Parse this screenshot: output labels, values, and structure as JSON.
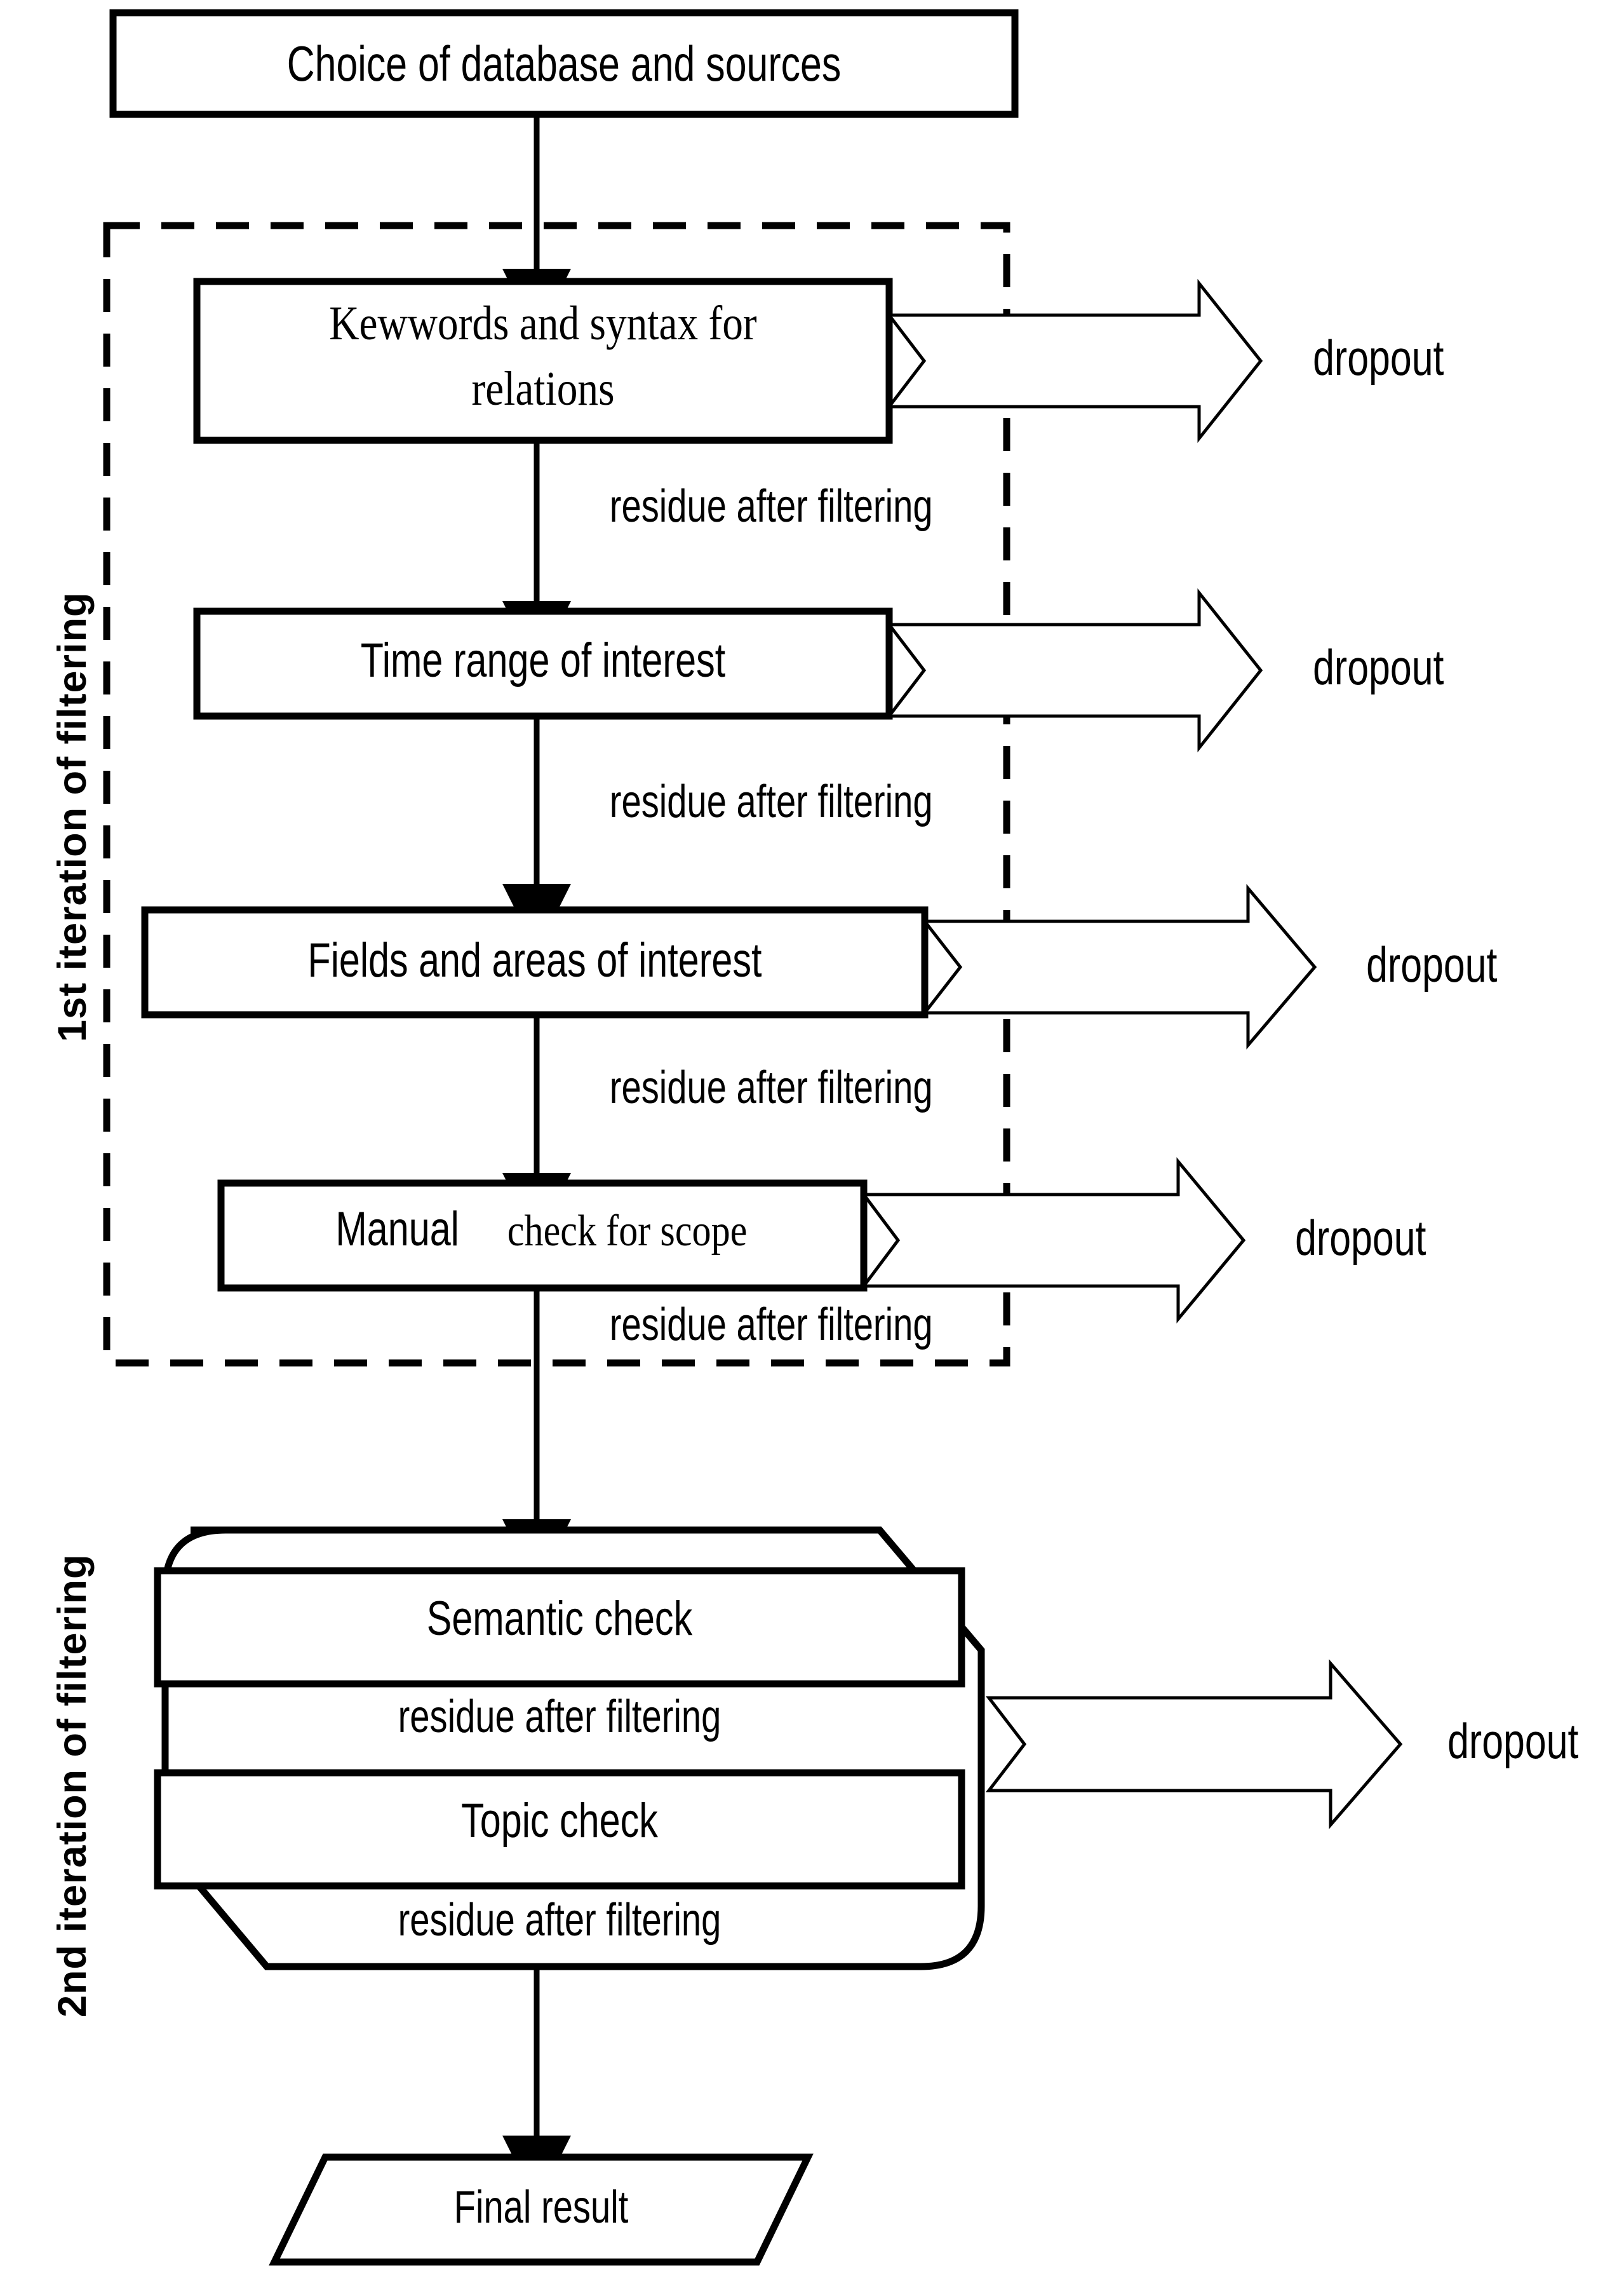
{
  "diagram": {
    "title": "Literature filtering workflow flowchart",
    "colors": {
      "stroke": "#000000",
      "fill": "#ffffff",
      "text": "#000000"
    },
    "group_labels": {
      "first_iteration": "1st iteration of filtering",
      "second_iteration": "2nd iteration of filtering"
    },
    "nodes": {
      "start": "Choice of database and sources",
      "keywords_line1": "Kewwords and syntax for",
      "keywords_line2": "relations",
      "time_range": "Time range of interest",
      "fields_areas": "Fields and areas of interest",
      "manual_strong": "Manual",
      "manual_rest": "check for scope",
      "semantic_check": "Semantic check",
      "topic_check": "Topic check",
      "final_result": "Final result"
    },
    "edge_labels": {
      "residue_1": "residue after filtering",
      "residue_2": "residue after filtering",
      "residue_3": "residue after filtering",
      "residue_4": "residue after filtering",
      "residue_5": "residue after filtering",
      "residue_6": "residue after filtering"
    },
    "dropouts": {
      "dropout_1": "dropout",
      "dropout_2": "dropout",
      "dropout_3": "dropout",
      "dropout_4": "dropout",
      "dropout_5": "dropout"
    }
  }
}
